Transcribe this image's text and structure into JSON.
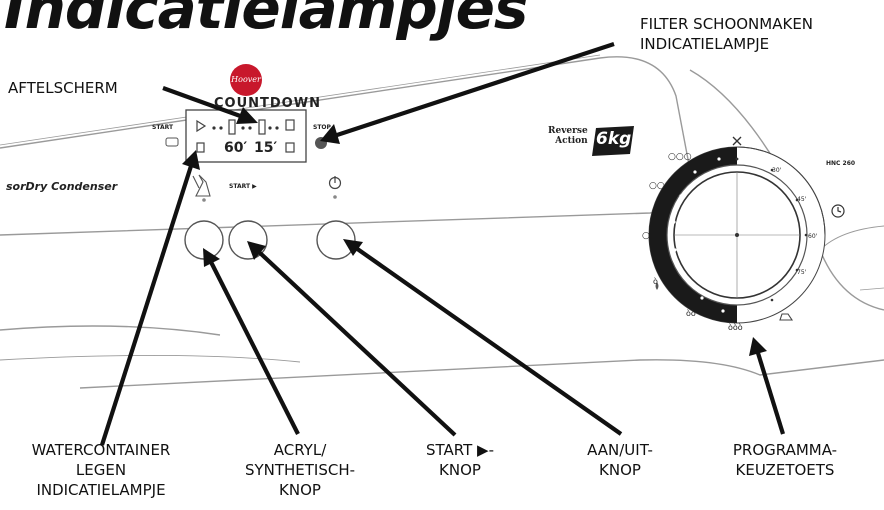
{
  "title": "Indicatielampjes",
  "panel": {
    "brand_logo": "Hoover",
    "brand_name": "COUNTDOWN",
    "model_text": "sorDry Condenser",
    "start_label": "START",
    "stop_label": "STOP",
    "reverse_action": [
      "Reverse",
      "Action"
    ],
    "capacity_badge": "6kg",
    "model_code": "HNC 260",
    "start_button_label": "START ▶",
    "time_60": "60′",
    "time_15": "15′"
  },
  "dial": {
    "markers_left": [
      "○○○",
      "○○",
      "○"
    ],
    "markers_bottom": [
      "ò",
      "òò",
      "òòò"
    ],
    "timer_labels": [
      "30'",
      "45'",
      "60'",
      "75'"
    ]
  },
  "callouts": {
    "aftelscherm": "AFTELSCHERM",
    "filter": [
      "FILTER SCHOONMAKEN",
      "INDICATIELAMPJE"
    ],
    "watercontainer": [
      "WATERCONTAINER",
      "LEGEN",
      "INDICATIELAMPJE"
    ],
    "acryl": [
      "ACRYL/",
      "SYNTHETISCH-",
      "KNOP"
    ],
    "start": [
      "START ▶-",
      "KNOP"
    ],
    "aanuit": [
      "AAN/UIT-",
      "KNOP"
    ],
    "programma": [
      "PROGRAMMA-",
      "KEUZETOETS"
    ]
  },
  "colors": {
    "ink": "#111111",
    "logo_red": "#c8182c",
    "panel_line": "#9a9a9a"
  }
}
